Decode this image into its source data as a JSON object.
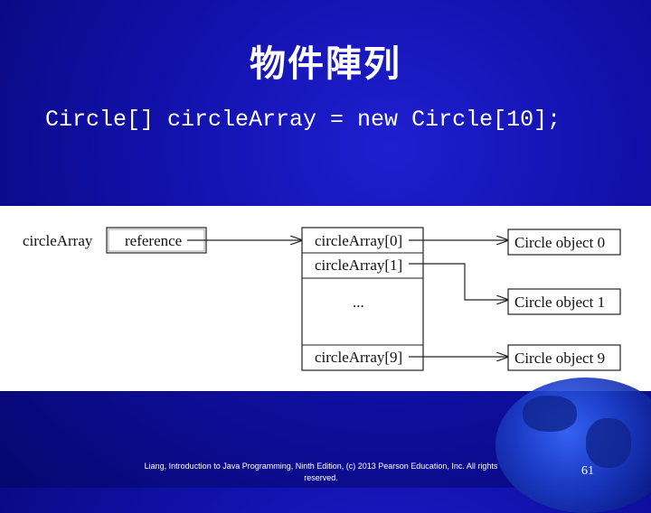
{
  "slide": {
    "title": "物件陣列",
    "code": "Circle[] circleArray = new Circle[10];",
    "footer": "Liang, Introduction to Java Programming, Ninth Edition, (c) 2013 Pearson Education, Inc. All rights reserved.",
    "page_number": "61"
  },
  "diagram": {
    "variable_label": "circleArray",
    "reference_label": "reference",
    "array_cells": [
      "circleArray[0]",
      "circleArray[1]",
      "...",
      "circleArray[9]"
    ],
    "objects": [
      "Circle object 0",
      "Circle object 1",
      "Circle object 9"
    ]
  },
  "colors": {
    "background": "#1010a8",
    "panel": "#ffffff",
    "text": "#ffffff"
  }
}
